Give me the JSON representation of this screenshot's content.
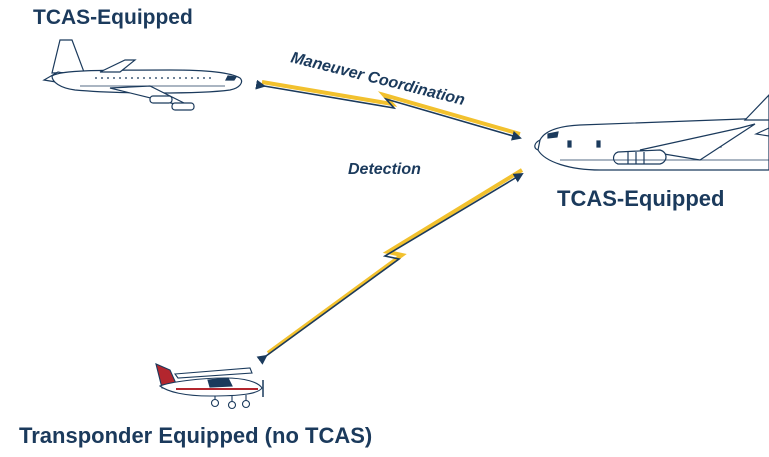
{
  "labels": {
    "top_left_aircraft": "TCAS-Equipped",
    "right_aircraft": "TCAS-Equipped",
    "bottom_aircraft": "Transponder Equipped (no TCAS)",
    "link_top": "Maneuver Coordination",
    "link_bottom": "Detection"
  },
  "colors": {
    "text": "#1b3a5c",
    "bolt_yellow": "#f2c12e",
    "bolt_navy": "#1b3a5c",
    "aircraft_outline": "#1b3a5c",
    "aircraft_fill": "#ffffff",
    "accent_red": "#b3262e"
  },
  "icons": {
    "top_left": "jet-aircraft-icon",
    "right": "airliner-icon",
    "bottom": "light-aircraft-icon",
    "link_top": "lightning-double-arrow-icon",
    "link_bottom": "lightning-double-arrow-icon"
  }
}
